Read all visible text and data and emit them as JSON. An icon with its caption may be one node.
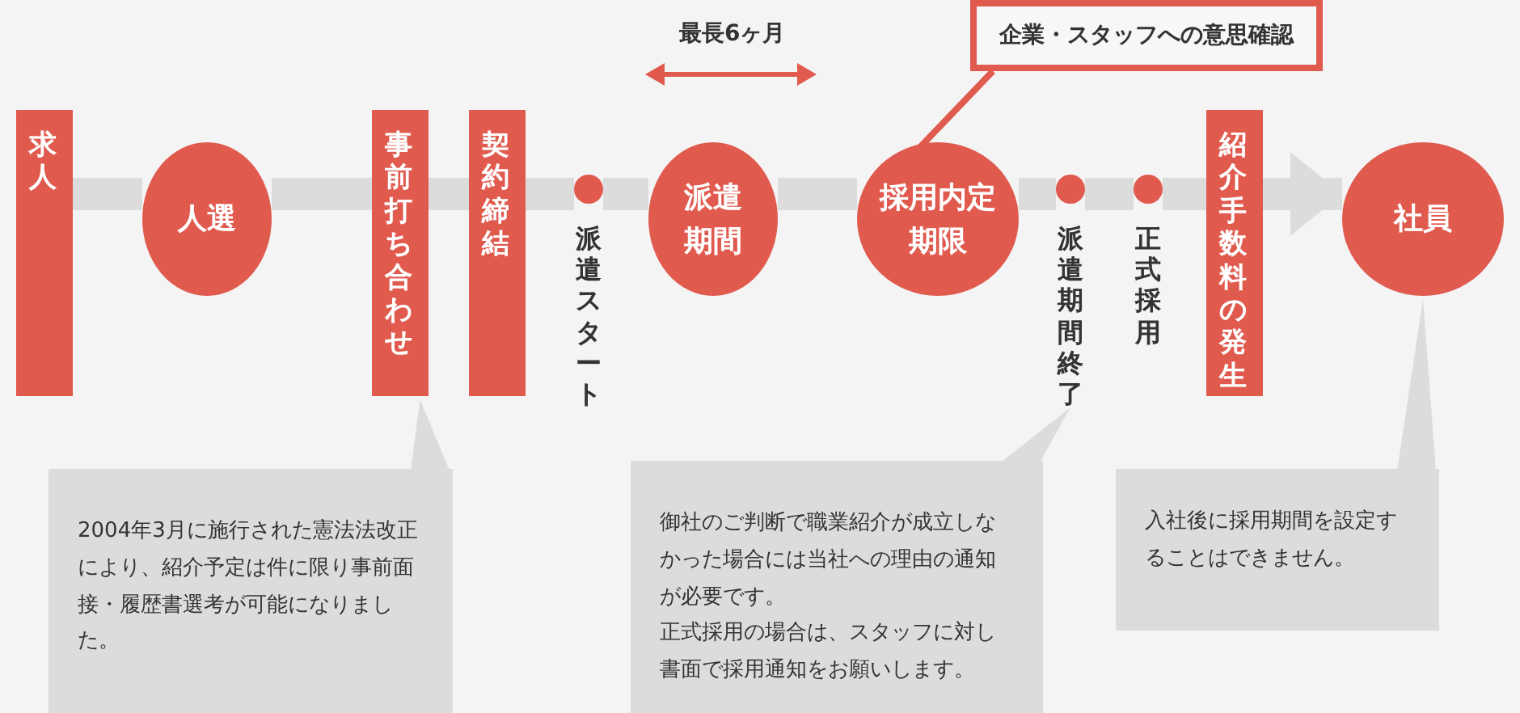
{
  "diagram": {
    "nodes": [
      {
        "text": [
          "求人"
        ]
      },
      {
        "text": [
          "人選"
        ]
      },
      {
        "text": [
          "事前打ち合わせ"
        ]
      },
      {
        "text": [
          "契約締結"
        ]
      },
      {
        "text": [
          "派遣スタート"
        ]
      },
      {
        "text": [
          "派遣期間"
        ]
      },
      {
        "text": [
          "採用内定期限"
        ]
      },
      {
        "text": [
          "派遣期間終了"
        ]
      },
      {
        "text": [
          "正式採用"
        ]
      },
      {
        "text": [
          "紹介手数料の発生"
        ]
      },
      {
        "text": [
          "社員"
        ]
      },
      {
        "text": [
          "企業・スタッフへの意思確認"
        ]
      },
      {
        "text": [
          "2004年3月に施行された憲法法改正により、紹介予定は件に限り事前面接・履歴書選考が可能になりました。"
        ]
      },
      {
        "text": [
          "御社のご判断で職業紹介が成立しなかった場合には当社への理由の通知が必要です。",
          "正式採用の場合は、スタッフに対し書面で採用通知をお願いします。"
        ]
      },
      {
        "text": [
          "入社後に採用期間を設定することはできません。"
        ]
      }
    ],
    "edges": [
      {
        "from": 0,
        "to": 1,
        "arrow": "none"
      },
      {
        "from": 1,
        "to": 2,
        "arrow": "none"
      },
      {
        "from": 2,
        "to": 3,
        "arrow": "none"
      },
      {
        "from": 3,
        "to": 4,
        "arrow": "none"
      },
      {
        "from": 4,
        "to": 5,
        "arrow": "none"
      },
      {
        "from": 5,
        "to": 6,
        "arrow": "none"
      },
      {
        "from": 6,
        "to": 7,
        "arrow": "none"
      },
      {
        "from": 7,
        "to": 8,
        "arrow": "none"
      },
      {
        "from": 8,
        "to": 9,
        "arrow": "none"
      },
      {
        "from": 9,
        "to": 10,
        "arrow": "to"
      },
      {
        "from": 11,
        "to": 6,
        "arrow": "none",
        "color": "#e05a4e"
      },
      {
        "from": 12,
        "to": 2,
        "arrow": "none"
      },
      {
        "from": 13,
        "to": 7,
        "arrow": "none"
      },
      {
        "from": 14,
        "to": 10,
        "arrow": "none"
      }
    ],
    "labels": [
      "最長6ヶ月"
    ]
  }
}
